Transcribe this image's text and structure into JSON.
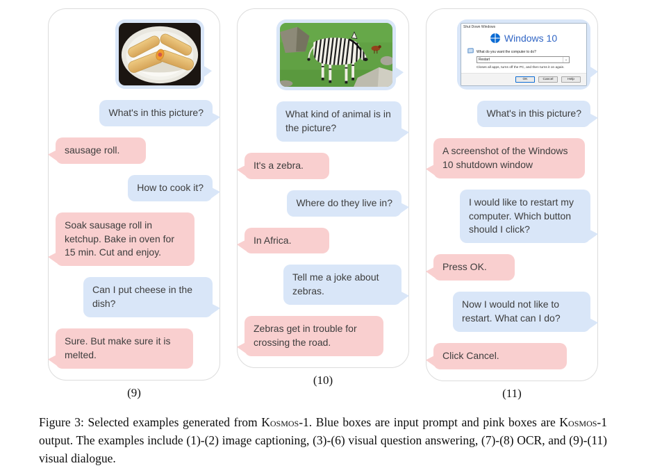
{
  "colors": {
    "input_bubble": "#d9e6f8",
    "output_bubble": "#f9cfcf",
    "panel_border": "#dcdcdc",
    "text": "#3d3d3d",
    "windows_blue": "#0b6bd3",
    "windows_text_blue": "#3166c5"
  },
  "panels": [
    {
      "label": "(9)",
      "image": "sausage-rolls-on-paper-plate",
      "messages": [
        {
          "role": "input",
          "text": "What's in this picture?"
        },
        {
          "role": "output",
          "text": "sausage roll."
        },
        {
          "role": "input",
          "text": "How to cook it?"
        },
        {
          "role": "output",
          "text": "Soak sausage roll in ketchup. Bake in oven for 15 min. Cut and enjoy."
        },
        {
          "role": "input",
          "text": "Can I put cheese in the dish?"
        },
        {
          "role": "output",
          "text": "Sure. But make sure it is melted."
        }
      ]
    },
    {
      "label": "(10)",
      "image": "zebra-on-grass",
      "messages": [
        {
          "role": "input",
          "text": "What kind of animal is in the picture?"
        },
        {
          "role": "output",
          "text": "It's a zebra."
        },
        {
          "role": "input",
          "text": "Where do they live in?"
        },
        {
          "role": "output",
          "text": "In Africa."
        },
        {
          "role": "input",
          "text": "Tell me a joke about zebras."
        },
        {
          "role": "output",
          "text": "Zebras get in trouble for crossing the road."
        }
      ]
    },
    {
      "label": "(11)",
      "image": "windows-10-shutdown-dialog-screenshot",
      "windows_dialog": {
        "title": "Shut Down Windows",
        "brand": "Windows 10",
        "question": "What do you want the computer to do?",
        "selected_option": "Restart",
        "dropdown_arrow": "⌄",
        "description": "Closes all apps, turns off the PC, and then turns it on again.",
        "buttons": [
          "OK",
          "Cancel",
          "Help"
        ]
      },
      "messages": [
        {
          "role": "input",
          "text": "What's in this picture?"
        },
        {
          "role": "output",
          "text": "A screenshot of the Windows 10 shutdown window"
        },
        {
          "role": "input",
          "text": "I would like to restart my computer. Which button should I click?"
        },
        {
          "role": "output",
          "text": "Press OK."
        },
        {
          "role": "input",
          "text": "Now I would not like to restart. What can I do?"
        },
        {
          "role": "output",
          "text": "Click Cancel."
        }
      ]
    }
  ],
  "caption": {
    "segments": [
      {
        "t": "Figure 3: Selected examples generated from "
      },
      {
        "t": "Kosmos",
        "sc": true
      },
      {
        "t": "-1. Blue boxes are input prompt and pink boxes are "
      },
      {
        "t": "Kosmos",
        "sc": true
      },
      {
        "t": "-1 output. The examples include (1)-(2) image captioning, (3)-(6) visual question answering, (7)-(8) OCR, and (9)-(11) visual dialogue."
      }
    ]
  }
}
